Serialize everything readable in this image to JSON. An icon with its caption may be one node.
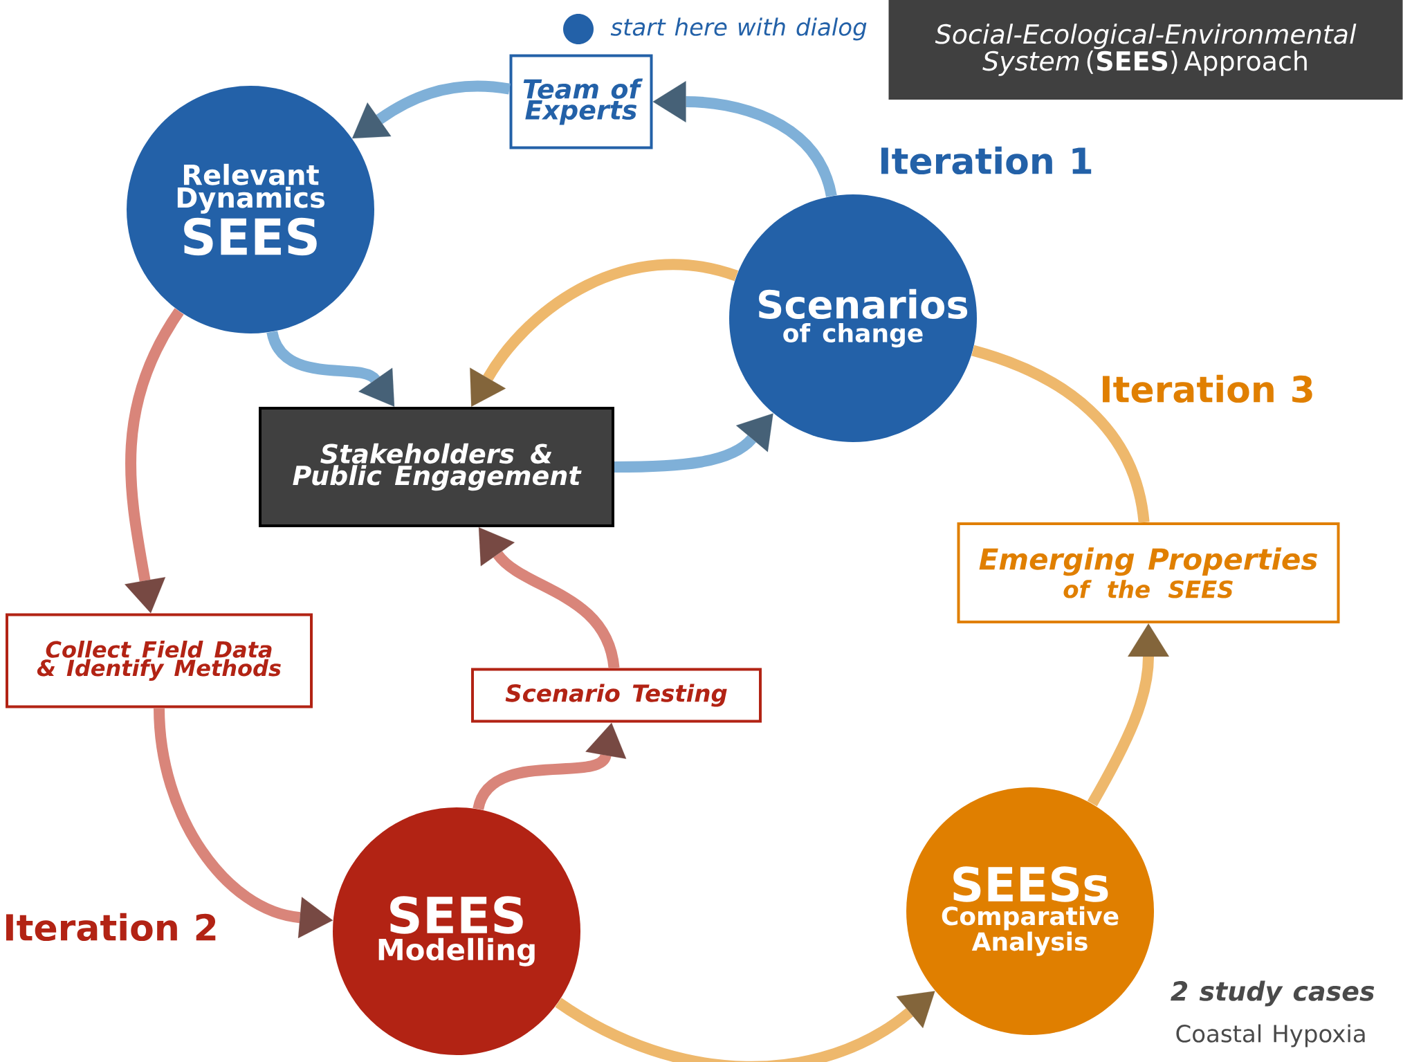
{
  "diagram": {
    "title": "*Social-Ecological-Environmental System* (**SEES**) Approach",
    "nodes": [
      {
        "text": [
          "Relevant Dynamics",
          "SEES"
        ]
      },
      {
        "text": [
          "Team of Experts"
        ]
      },
      {
        "text": [
          "Scenarios",
          "of change"
        ]
      },
      {
        "text": [
          "Stakeholders & Public Engagement"
        ]
      },
      {
        "text": [
          "Collect Field Data & Identify Methods"
        ]
      },
      {
        "text": [
          "Scenario Testing"
        ]
      },
      {
        "text": [
          "SEES",
          "Modelling"
        ]
      },
      {
        "text": [
          "Emerging Properties",
          "of the SEES"
        ]
      },
      {
        "text": [
          "SEESs",
          "Comparative Analysis"
        ]
      }
    ],
    "edges": [
      {
        "from": 1,
        "to": 0,
        "arrow": "to",
        "color": "#7fb0d8"
      },
      {
        "from": 2,
        "to": 1,
        "arrow": "to",
        "color": "#7fb0d8"
      },
      {
        "from": 0,
        "to": 3,
        "arrow": "to",
        "color": "#7fb0d8"
      },
      {
        "from": 3,
        "to": 2,
        "arrow": "to",
        "color": "#7fb0d8"
      },
      {
        "from": 0,
        "to": 4,
        "arrow": "to",
        "color": "#d9857a"
      },
      {
        "from": 4,
        "to": 6,
        "arrow": "to",
        "color": "#d9857a"
      },
      {
        "from": 6,
        "to": 5,
        "arrow": "to",
        "color": "#d9857a"
      },
      {
        "from": 5,
        "to": 3,
        "arrow": "to",
        "color": "#d9857a"
      },
      {
        "from": 2,
        "to": 3,
        "arrow": "to",
        "color": "#eeb86c"
      },
      {
        "from": 2,
        "to": 7,
        "arrow": "none",
        "color": "#eeb86c"
      },
      {
        "from": 8,
        "to": 7,
        "arrow": "to",
        "color": "#eeb86c"
      },
      {
        "from": 6,
        "to": 8,
        "arrow": "to",
        "color": "#eeb86c"
      }
    ],
    "labels": [
      "start here with dialog",
      "Iteration 1",
      "Iteration 3",
      "Iteration 2",
      "2 study cases",
      "Coastal Hypoxia"
    ]
  }
}
